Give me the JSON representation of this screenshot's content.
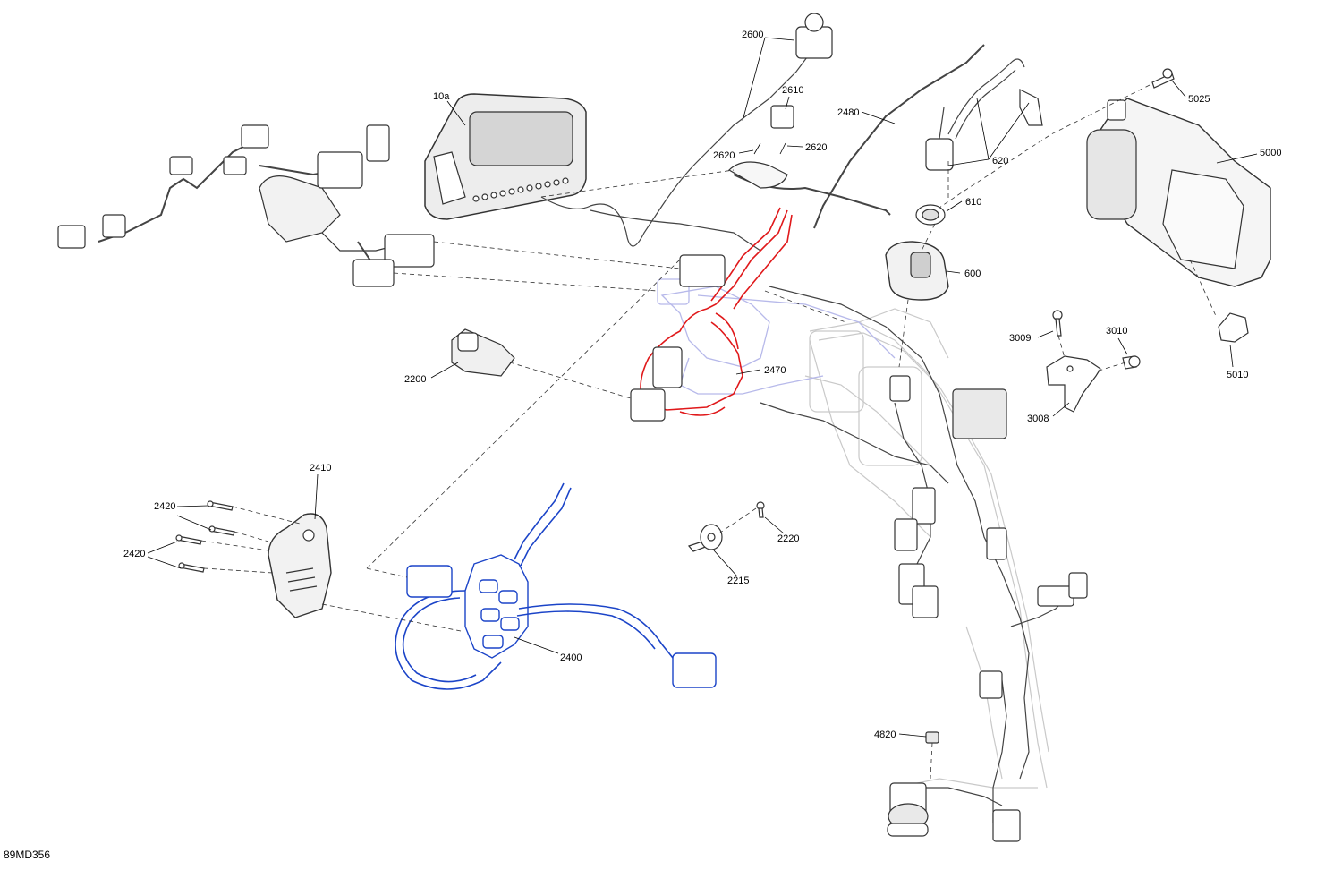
{
  "diagram_code": "89MD356",
  "callouts": {
    "c10a": "10a",
    "c2600": "2600",
    "c2610": "2610",
    "c2620a": "2620",
    "c2620b": "2620",
    "c2480": "2480",
    "c620": "620",
    "c610": "610",
    "c600": "600",
    "c5025": "5025",
    "c5000": "5000",
    "c3009": "3009",
    "c3010": "3010",
    "c5010": "5010",
    "c3008": "3008",
    "c2200": "2200",
    "c2470": "2470",
    "c2410": "2410",
    "c2420a": "2420",
    "c2420b": "2420",
    "c2220": "2220",
    "c2215": "2215",
    "c2400": "2400",
    "c4820": "4820"
  },
  "colors": {
    "highlight_primary": "#e0191b",
    "highlight_secondary": "#1b44c8",
    "ghost": "#c9c9c9",
    "line": "#333333"
  }
}
